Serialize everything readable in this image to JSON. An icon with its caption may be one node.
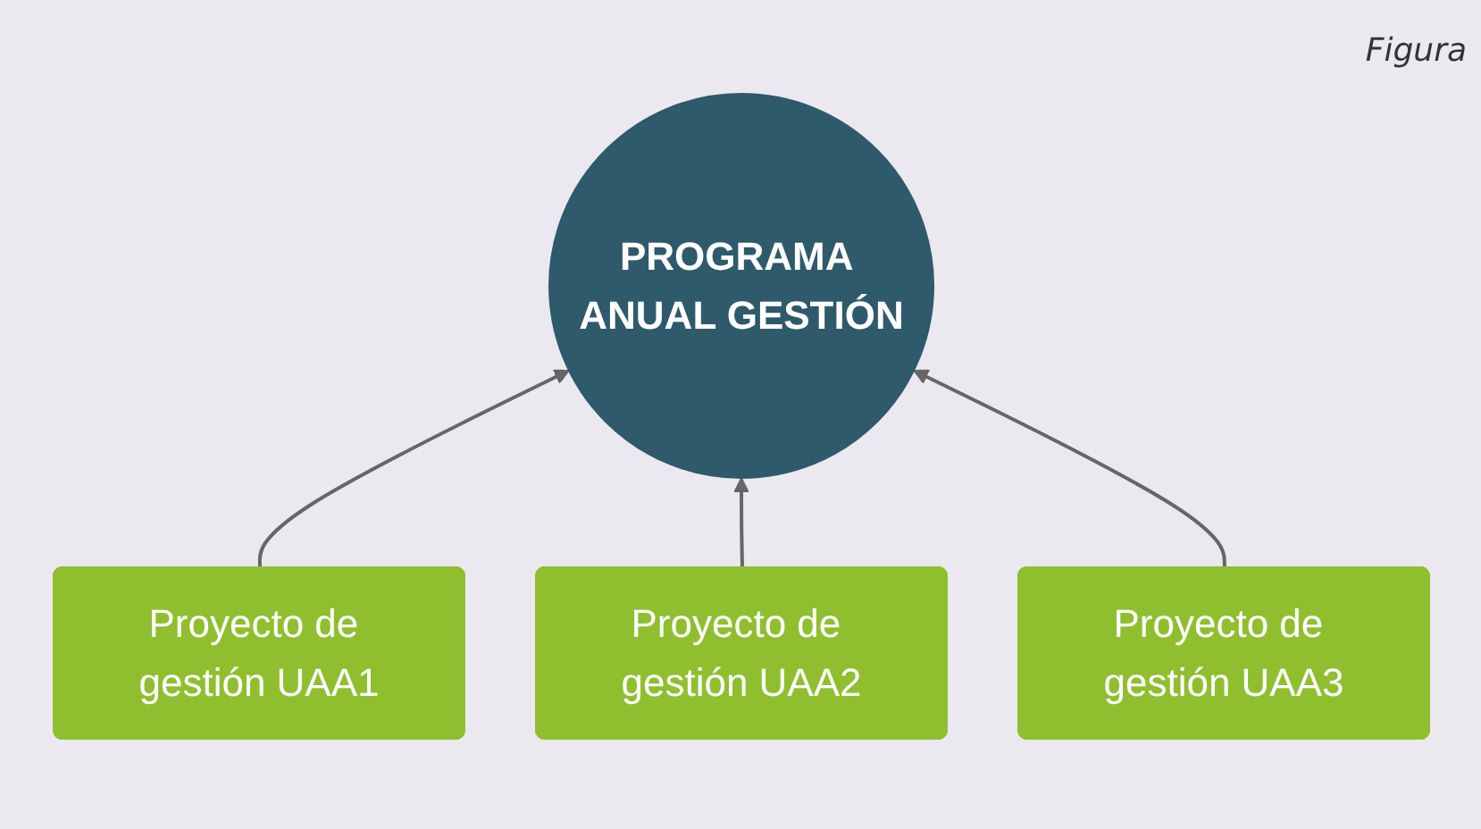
{
  "diagram": {
    "nodes": [
      {
        "text": [
          "PROGRAMA ANUAL GESTIÓN"
        ]
      },
      {
        "text": [
          "Proyecto de gestión UAA1"
        ]
      },
      {
        "text": [
          "Proyecto de gestión UAA2"
        ]
      },
      {
        "text": [
          "Proyecto de gestión UAA3"
        ]
      }
    ],
    "edges": [
      {
        "from": 1,
        "to": 0,
        "arrow": "to"
      },
      {
        "from": 2,
        "to": 0,
        "arrow": "to"
      },
      {
        "from": 3,
        "to": 0,
        "arrow": "to"
      }
    ],
    "labels": [
      "Figura"
    ]
  }
}
